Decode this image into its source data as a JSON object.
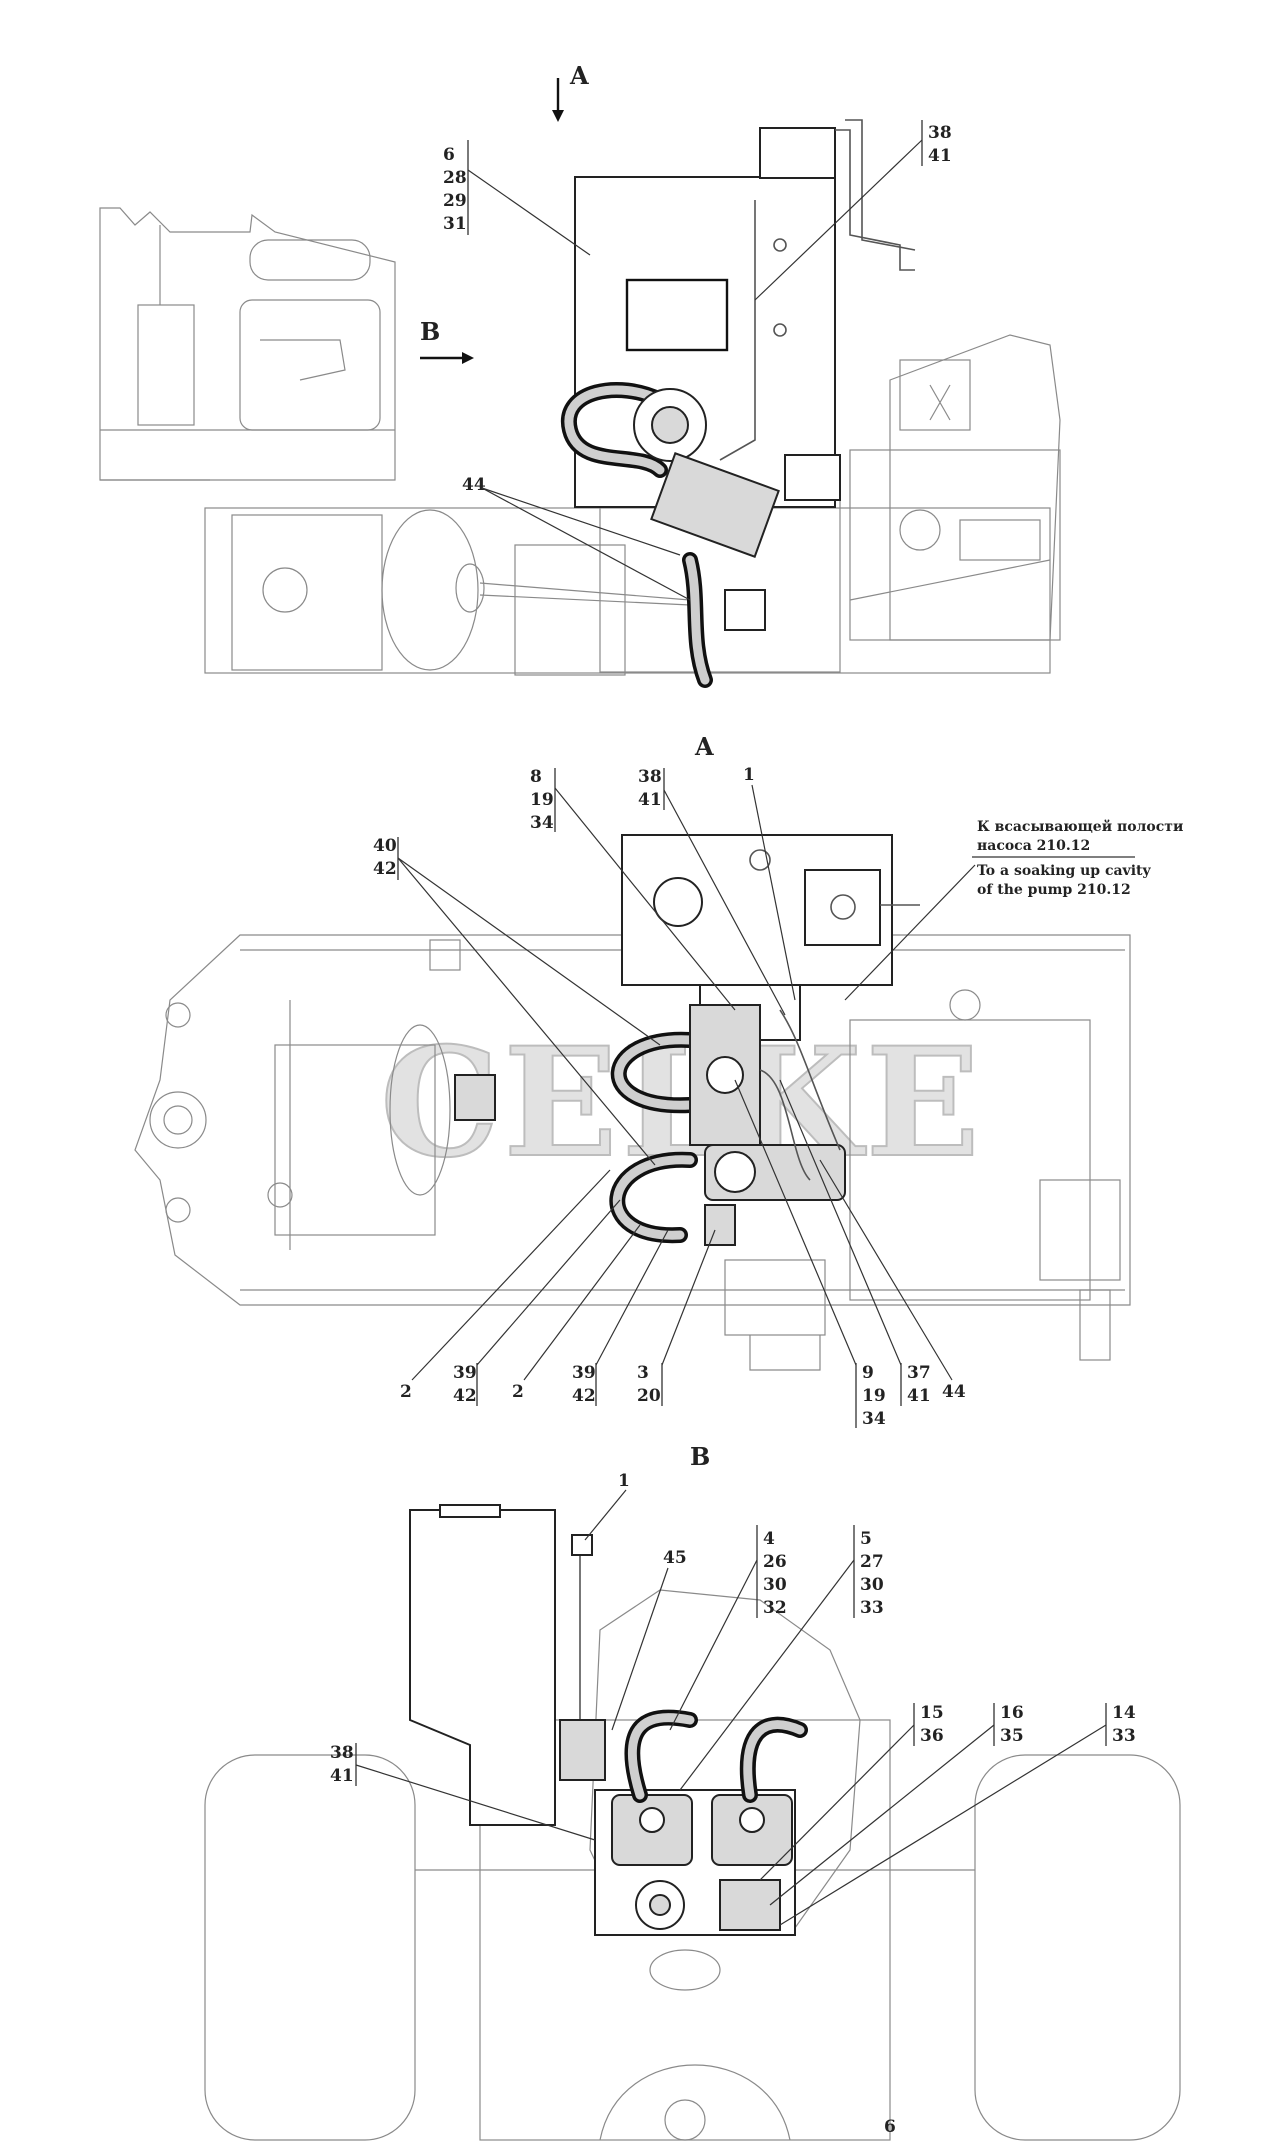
{
  "view_titles": {
    "a_arrow": "A",
    "b_arrow": "B",
    "section_a": "A",
    "section_b": "B"
  },
  "labels": {
    "top": {
      "group_6": [
        "6",
        "28",
        "29",
        "31"
      ],
      "group_38": [
        "38",
        "41"
      ],
      "single_44": "44"
    },
    "mid": {
      "group_8": [
        "8",
        "19",
        "34"
      ],
      "group_38": [
        "38",
        "41"
      ],
      "single_1": "1",
      "group_40": [
        "40",
        "42"
      ],
      "note_ru": [
        "К всасывающей полости",
        "насоса 210.12"
      ],
      "note_en": [
        "To a soaking up cavity",
        "of the pump 210.12"
      ],
      "single_2a": "2",
      "group_39a": [
        "39",
        "42"
      ],
      "single_2b": "2",
      "group_39b": [
        "39",
        "42"
      ],
      "group_3": [
        "3",
        "20"
      ],
      "group_9": [
        "9",
        "19",
        "34"
      ],
      "group_37": [
        "37",
        "41"
      ],
      "single_44": "44"
    },
    "bot": {
      "single_1": "1",
      "single_45": "45",
      "group_4": [
        "4",
        "26",
        "30",
        "32"
      ],
      "group_5": [
        "5",
        "27",
        "30",
        "33"
      ],
      "group_38": [
        "38",
        "41"
      ],
      "group_15": [
        "15",
        "36"
      ],
      "group_16": [
        "16",
        "35"
      ],
      "group_14": [
        "14",
        "33"
      ]
    }
  },
  "watermark": "CELKE",
  "page_number": "6"
}
